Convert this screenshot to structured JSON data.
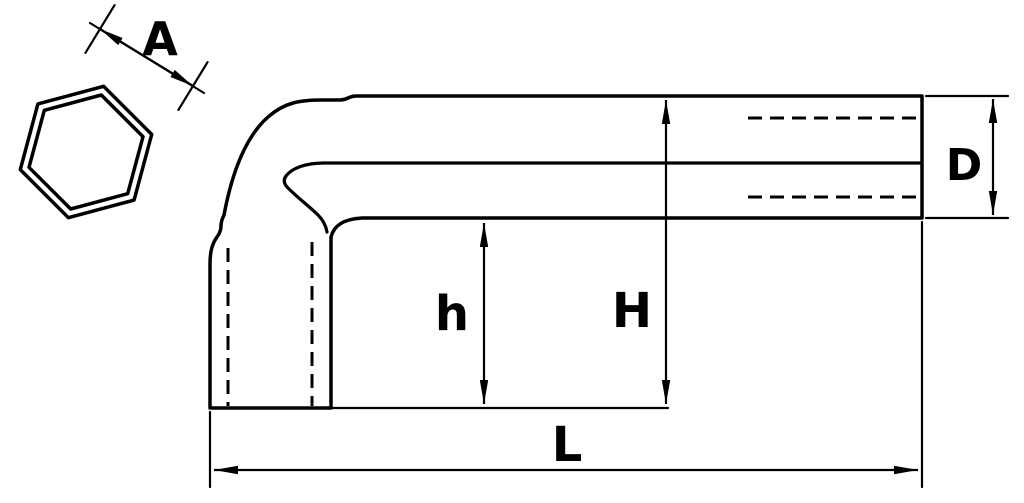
{
  "diagram": {
    "type": "technical-drawing",
    "subject": "L-shaped tubular socket wrench: side view with hexagonal socket end view",
    "colors": {
      "line": "#000000",
      "background": "#ffffff"
    },
    "dimensions": {
      "hex_across_flats": "A",
      "shaft_diameter": "D",
      "overall_height": "H",
      "inner_height": "h",
      "overall_length": "L"
    }
  }
}
